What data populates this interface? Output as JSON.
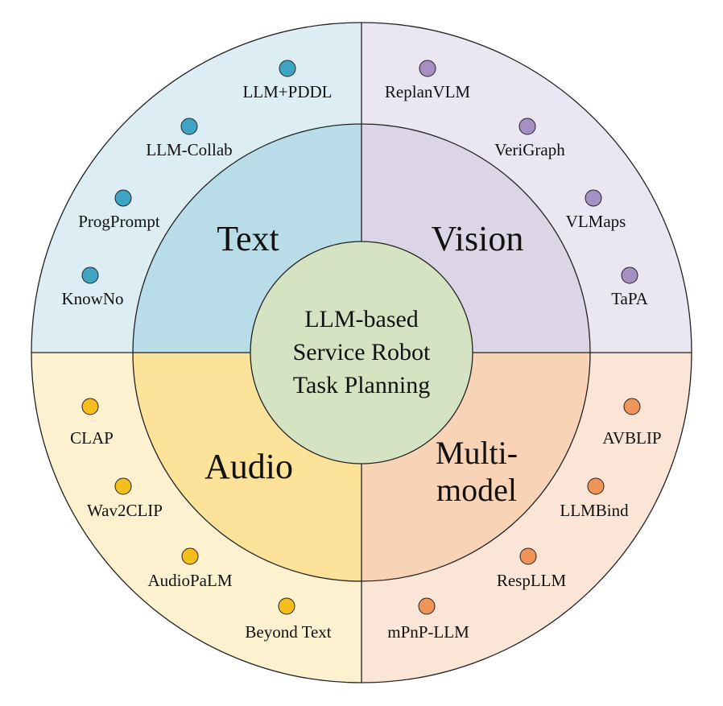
{
  "center": {
    "lines": [
      "LLM-based",
      "Service Robot",
      "Task Planning"
    ],
    "color": "#d6e3c2"
  },
  "quadrants": [
    {
      "key": "text",
      "title_lines": [
        "Text"
      ],
      "inner_color": "#b8dce8",
      "outer_color": "#dcedf4",
      "dot_color": "#3fa3c4",
      "items": [
        "LLM+PDDL",
        "LLM-Collab",
        "ProgPrompt",
        "KnowNo"
      ]
    },
    {
      "key": "vision",
      "title_lines": [
        "Vision"
      ],
      "inner_color": "#dcd5e6",
      "outer_color": "#ebe7f2",
      "dot_color": "#a58fc3",
      "items": [
        "ReplanVLM",
        "VeriGraph",
        "VLMaps",
        "TaPA"
      ]
    },
    {
      "key": "audio",
      "title_lines": [
        "Audio"
      ],
      "inner_color": "#fde29a",
      "outer_color": "#fdf1cf",
      "dot_color": "#f5be1c",
      "items": [
        "CLAP",
        "Wav2CLIP",
        "AudioPaLM",
        "Beyond Text"
      ]
    },
    {
      "key": "multimodel",
      "title_lines": [
        "Multi-",
        "model"
      ],
      "inner_color": "#f9d3b5",
      "outer_color": "#fbe5d6",
      "dot_color": "#ef955a",
      "items": [
        "AVBLIP",
        "LLMBind",
        "RespLLM",
        "mPnP-LLM"
      ]
    }
  ]
}
